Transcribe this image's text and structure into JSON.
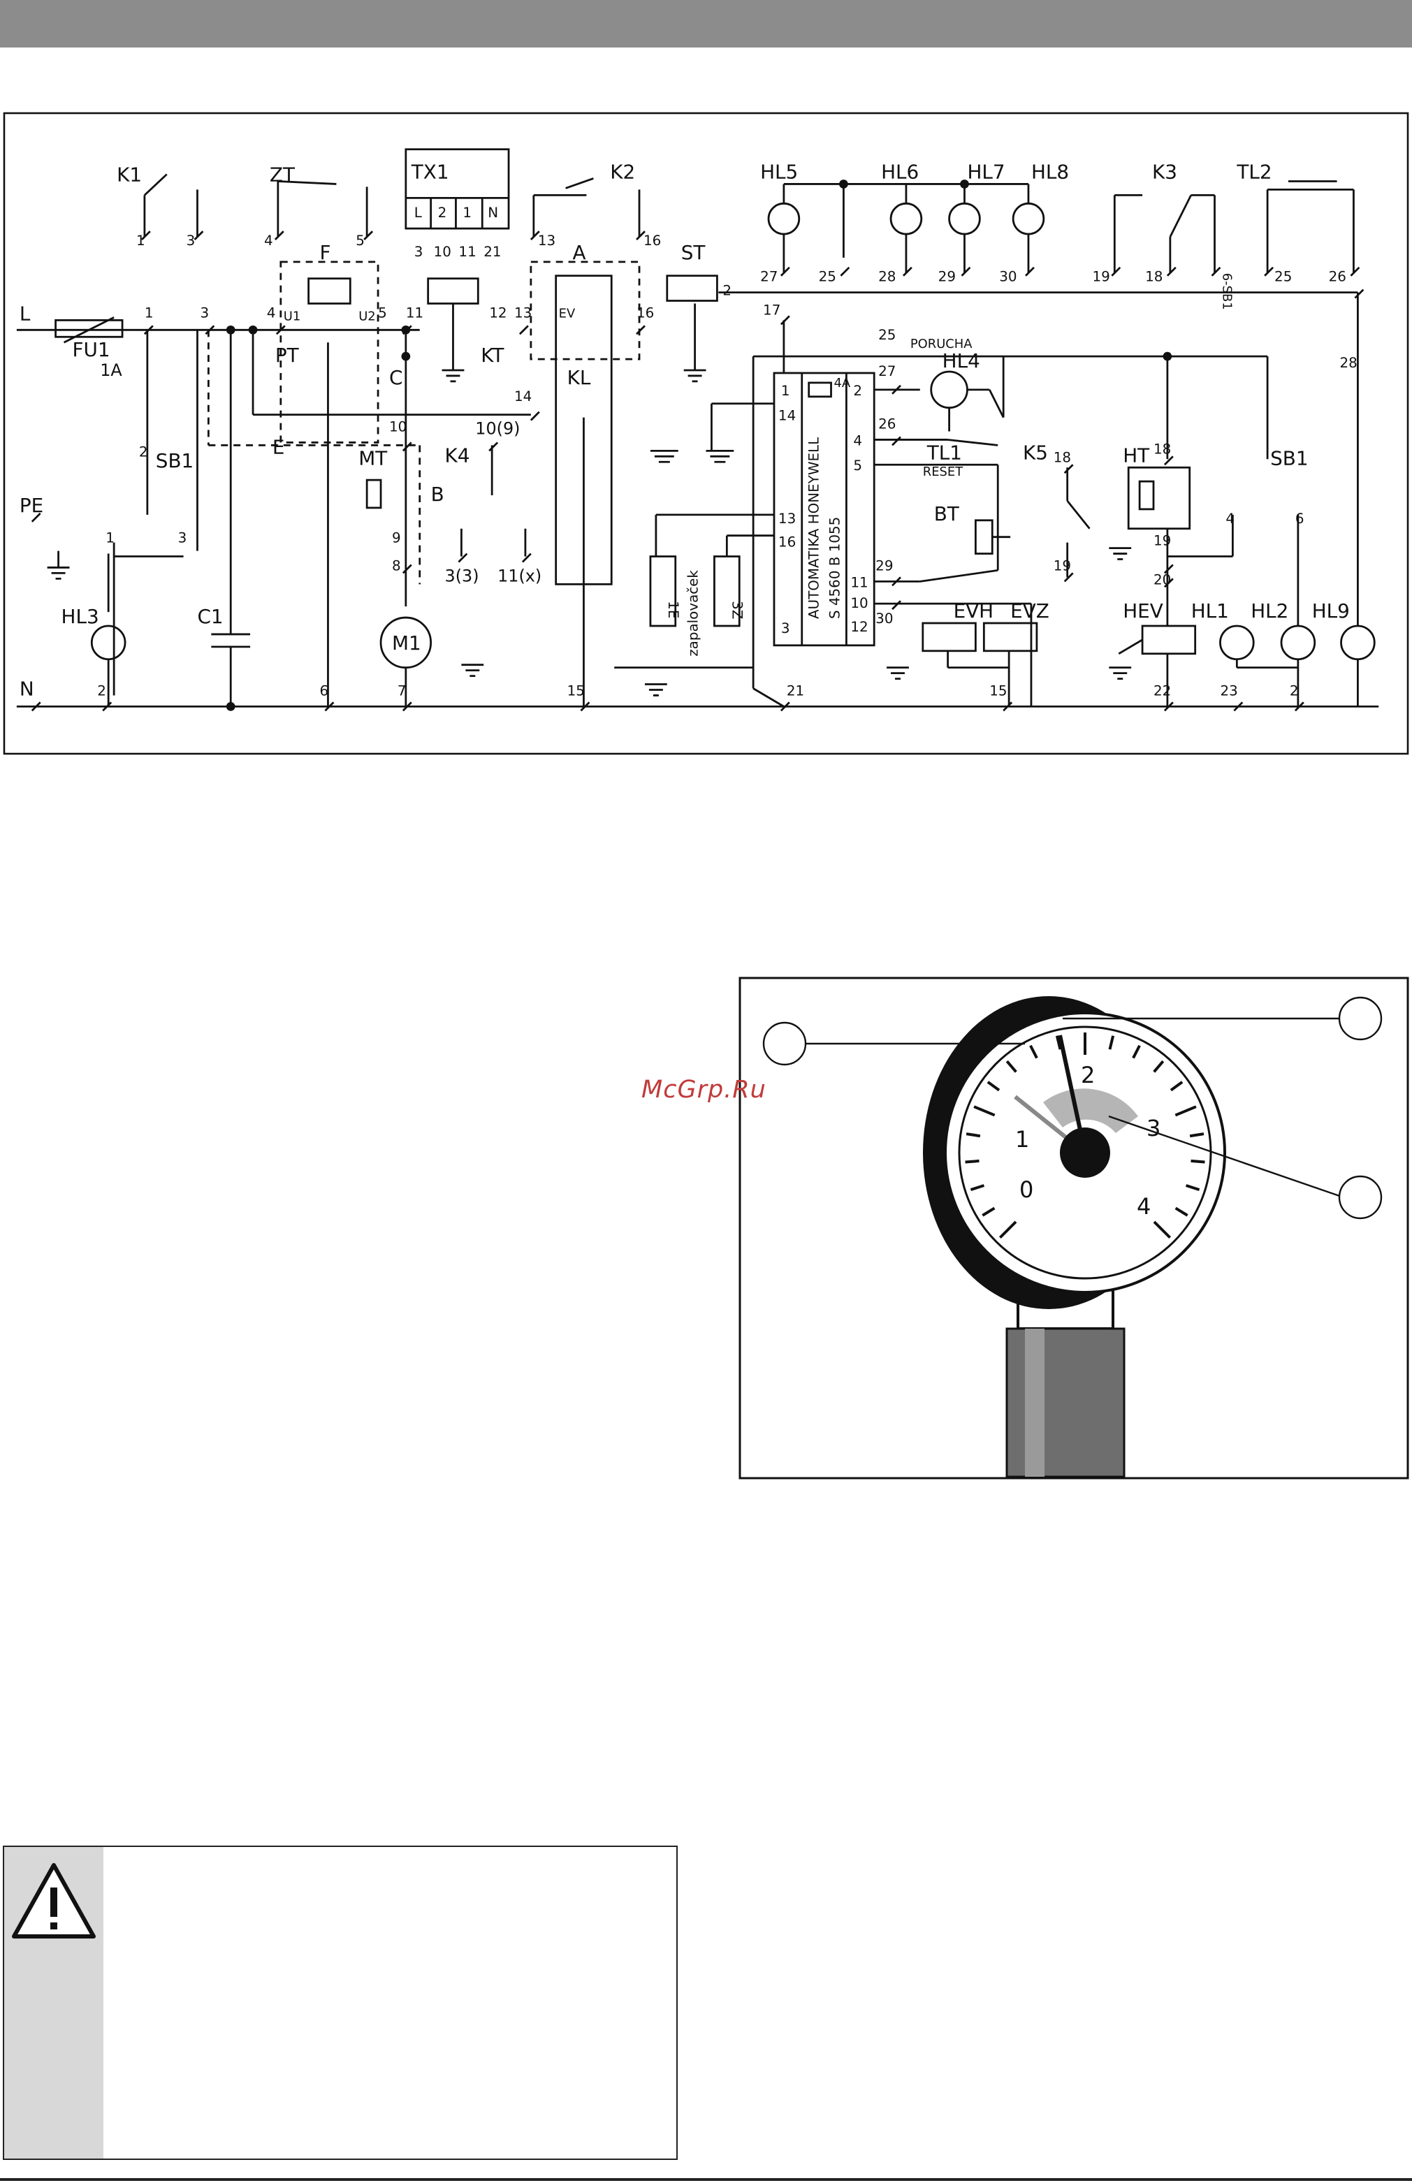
{
  "watermark": "McGrp.Ru",
  "schematic": {
    "L": "L",
    "PE": "PE",
    "N": "N",
    "FU1": "FU1",
    "FU1_rating": "1A",
    "K1": "K1",
    "ZT": "ZT",
    "TX1": "TX1",
    "TX1_pins": [
      "L",
      "2",
      "1",
      "N"
    ],
    "TX1_nums": [
      "3",
      "10",
      "11",
      "21"
    ],
    "K2": "K2",
    "HL5": "HL5",
    "HL6": "HL6",
    "HL7": "HL7",
    "HL8": "HL8",
    "K3": "K3",
    "TL2": "TL2",
    "SB1": "SB1",
    "SB1_vert": "6-SB1",
    "F": "F",
    "PT": "PT",
    "U1": "U1",
    "U2": "U2",
    "C": "C",
    "KT": "KT",
    "A": "A",
    "KL": "KL",
    "EV": "EV",
    "ST": "ST",
    "E": "E",
    "MT": "MT",
    "B": "B",
    "K4": "K4",
    "K4_a": "3(3)",
    "K4_b": "11(x)",
    "K4_top": "10(9)",
    "M1": "M1",
    "HL3": "HL3",
    "C1": "C1",
    "porucha": "PORUCHA",
    "HL4": "HL4",
    "TL1": "TL1",
    "reset": "RESET",
    "K5": "K5",
    "HT": "HT",
    "BT": "BT",
    "EVH": "EVH",
    "EVZ": "EVZ",
    "HEV": "HEV",
    "HL1": "HL1",
    "HL2": "HL2",
    "HL9": "HL9",
    "module": {
      "line1": "AUTOMATIKA HONEYWELL",
      "line2": "S 4560 B 1055",
      "fuse": "4A"
    },
    "module_pins_left": [
      "1",
      "14",
      "13",
      "16",
      "3"
    ],
    "module_pins_right": [
      "2",
      "4",
      "5",
      "11",
      "10",
      "12"
    ],
    "electrodes": [
      "1E",
      "3Z"
    ],
    "igniter": "zapalovaček",
    "nums": {
      "n1": "1",
      "n2": "2",
      "n3": "3",
      "n4": "4",
      "n5": "5",
      "n6": "6",
      "n7": "7",
      "n8": "8",
      "n9": "9",
      "n10": "10",
      "n11": "11",
      "n12": "12",
      "n13": "13",
      "n14": "14",
      "n15": "15",
      "n16": "16",
      "n17": "17",
      "n18": "18",
      "n19": "19",
      "n20": "20",
      "n21": "21",
      "n22": "22",
      "n23": "23",
      "n25": "25",
      "n26": "26",
      "n27": "27",
      "n28": "28",
      "n29": "29",
      "n30": "30",
      "n2c": "2",
      "n3b": "3",
      "n4b": "4",
      "n5b": "5",
      "n6b": "6",
      "n1b": "1"
    }
  },
  "gauge": {
    "scale": [
      "0",
      "1",
      "2",
      "3",
      "4"
    ]
  },
  "warning": {
    "icon": "warning-triangle-icon"
  }
}
